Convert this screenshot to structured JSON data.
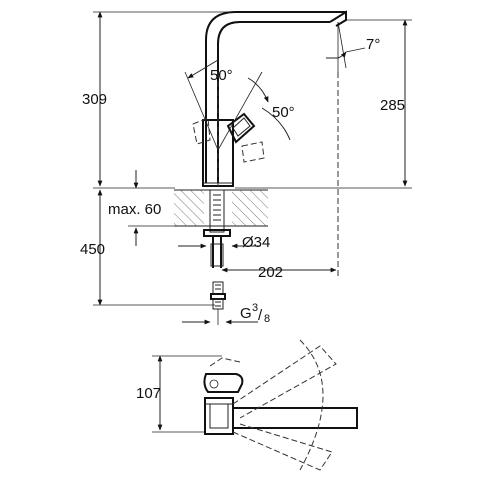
{
  "dimensions": {
    "total_height": "309",
    "spout_height": "285",
    "spout_angle": "7°",
    "lever_angle_front": "50°",
    "lever_angle_side": "50°",
    "max_thickness": "max. 60",
    "hose_length": "450",
    "hole_diameter": "Ø34",
    "reach": "202",
    "thread_g": "G",
    "thread_num": "3",
    "thread_den": "8",
    "top_view_dim": "107"
  },
  "colors": {
    "ink": "#111111",
    "hatch": "#777777",
    "background": "#ffffff"
  }
}
